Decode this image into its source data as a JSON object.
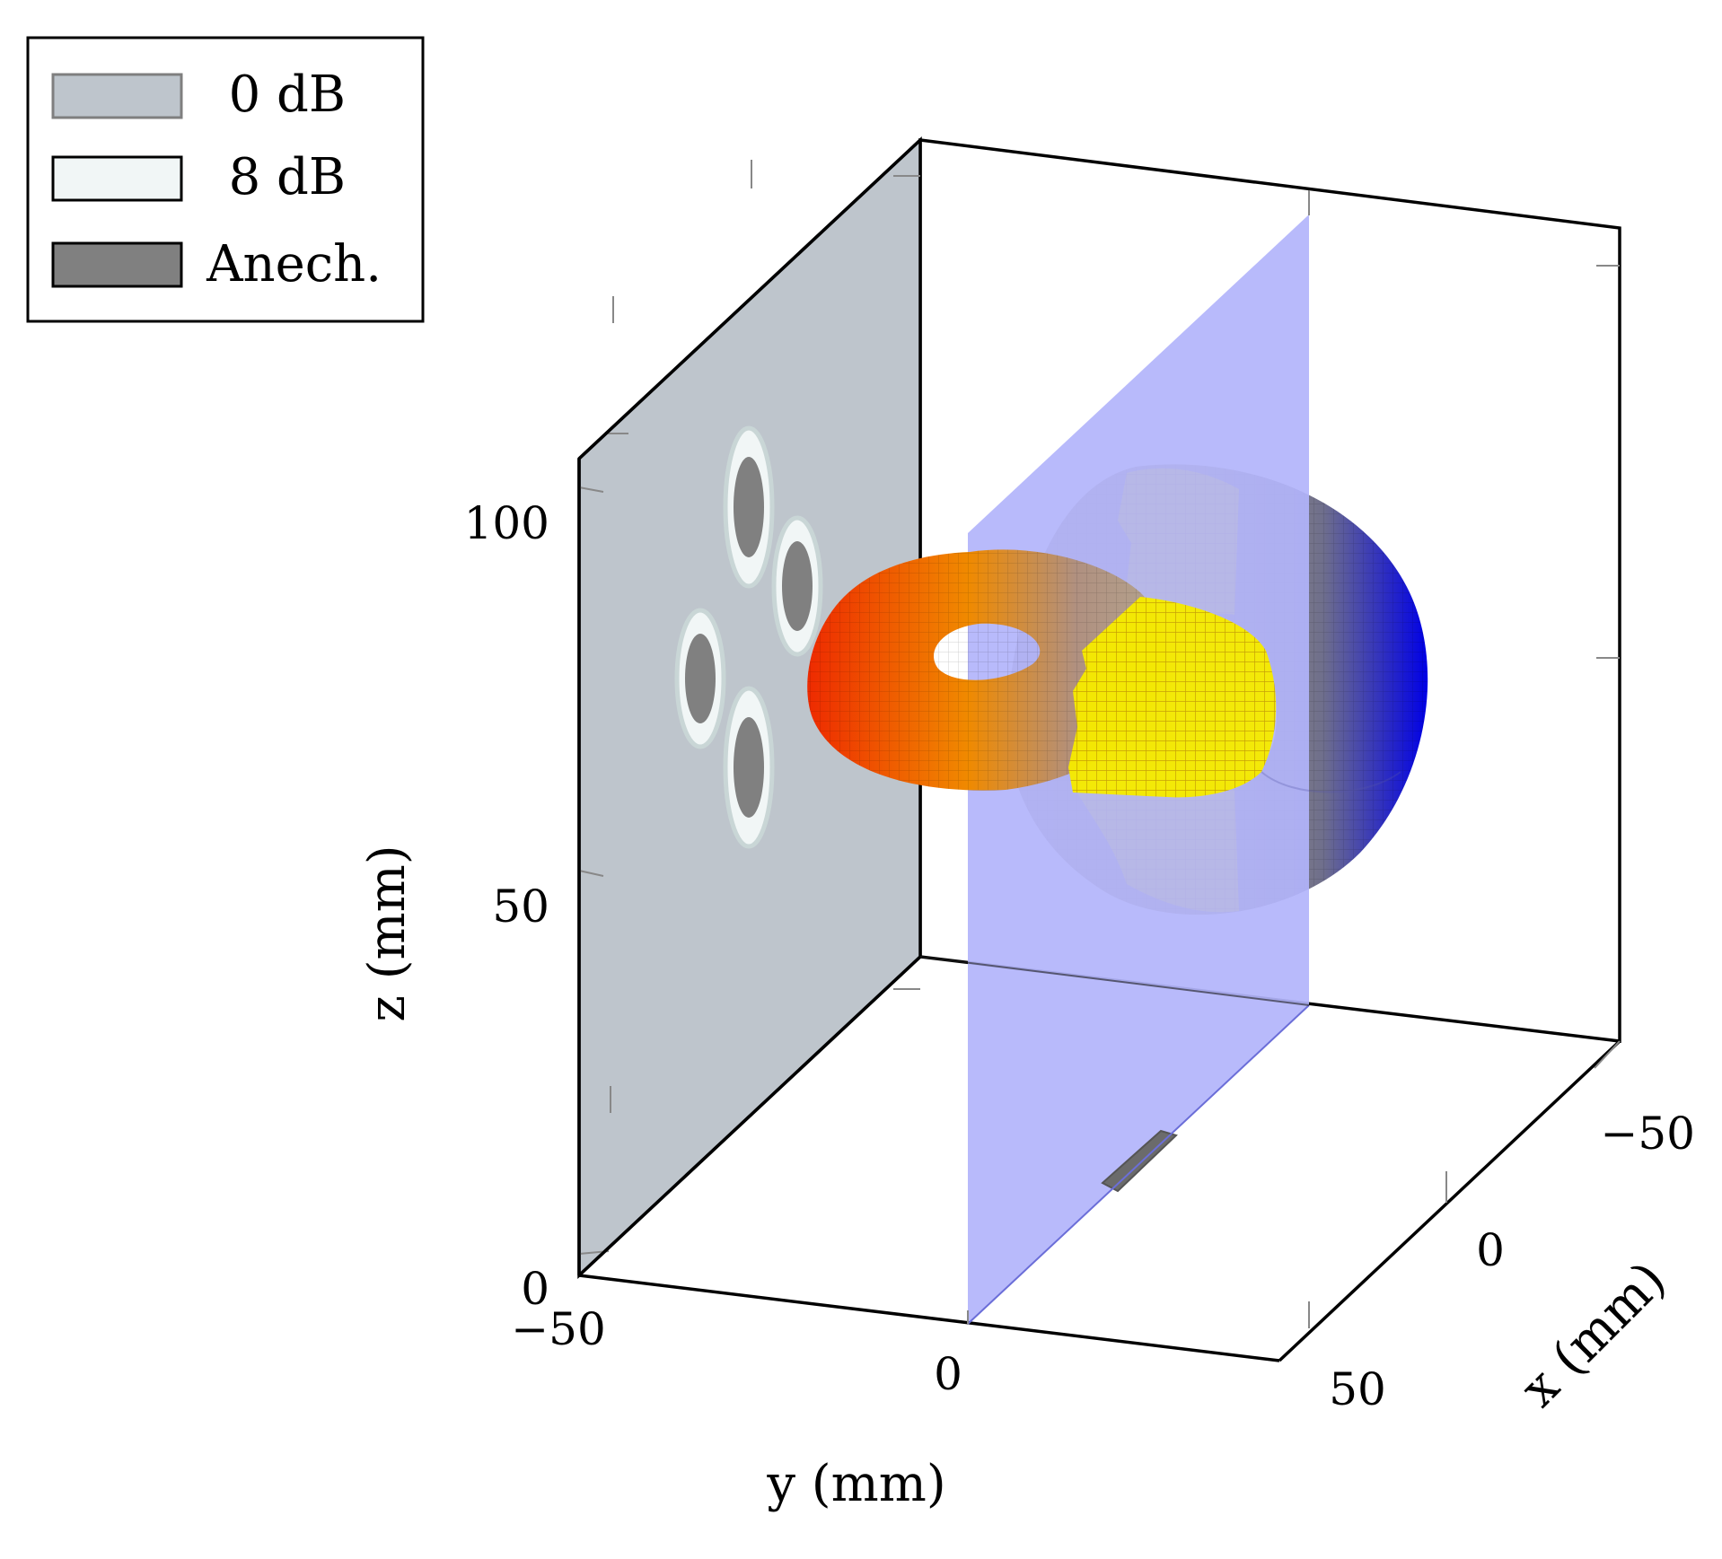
{
  "legend": {
    "items": [
      {
        "label": "0 dB",
        "fill": "#bec5cc",
        "stroke": "#7f7f7f"
      },
      {
        "label": "8 dB",
        "fill": "#f1f6f6",
        "stroke": "#000000"
      },
      {
        "label": "Anech.",
        "fill": "#808080",
        "stroke": "#000000"
      }
    ]
  },
  "axes": {
    "z": {
      "label": "z (mm)",
      "ticks": [
        "0",
        "50",
        "100"
      ]
    },
    "y": {
      "label": "y (mm)",
      "ticks": [
        "−50",
        "0"
      ]
    },
    "x": {
      "label": "x (mm)",
      "ticks": [
        "−50",
        "0",
        "50"
      ]
    }
  },
  "colors": {
    "wall": "#bec5cc",
    "plane": "#b2b4fb",
    "source_bar": "#6b6b6b",
    "torus_gradient": [
      "#ee3300",
      "#f58a00",
      "#a89b8e",
      "#c8b800",
      "#8a8a9a",
      "#0000e6"
    ],
    "torus_highlight": "#ffff22"
  }
}
